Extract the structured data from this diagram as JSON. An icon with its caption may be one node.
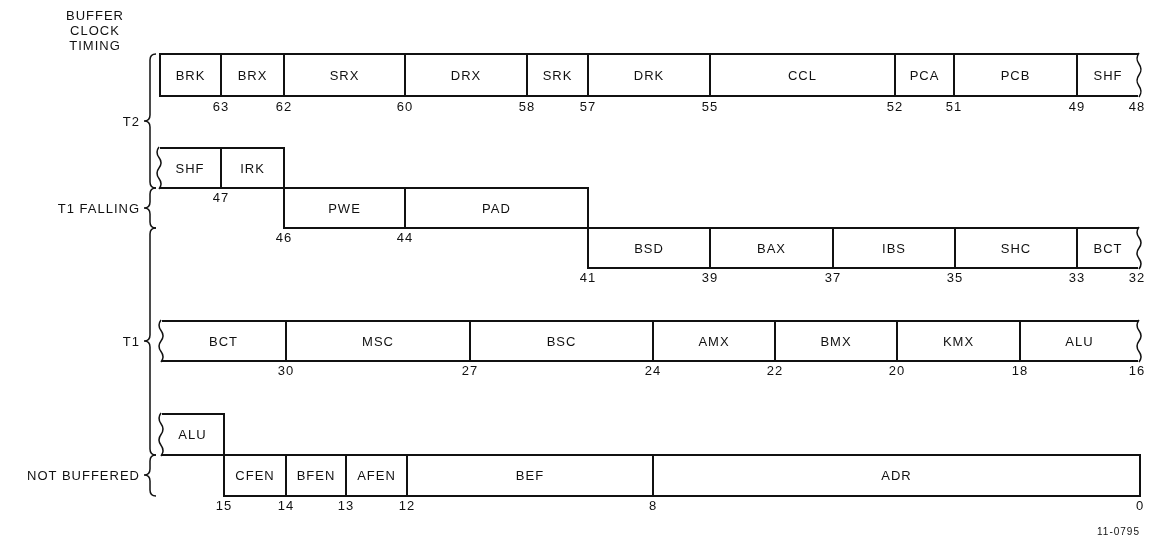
{
  "diagram": {
    "nodes": [
      {
        "text": [
          "BRK"
        ]
      },
      {
        "text": [
          "BRX"
        ]
      },
      {
        "text": [
          "SRX"
        ]
      },
      {
        "text": [
          "DRX"
        ]
      },
      {
        "text": [
          "SRK"
        ]
      },
      {
        "text": [
          "DRK"
        ]
      },
      {
        "text": [
          "CCL"
        ]
      },
      {
        "text": [
          "PCA"
        ]
      },
      {
        "text": [
          "PCB"
        ]
      },
      {
        "text": [
          "SHF"
        ]
      },
      {
        "text": [
          "SHF"
        ]
      },
      {
        "text": [
          "IRK"
        ]
      },
      {
        "text": [
          "PWE"
        ]
      },
      {
        "text": [
          "PAD"
        ]
      },
      {
        "text": [
          "BSD"
        ]
      },
      {
        "text": [
          "BAX"
        ]
      },
      {
        "text": [
          "IBS"
        ]
      },
      {
        "text": [
          "SHC"
        ]
      },
      {
        "text": [
          "BCT"
        ]
      },
      {
        "text": [
          "BCT"
        ]
      },
      {
        "text": [
          "MSC"
        ]
      },
      {
        "text": [
          "BSC"
        ]
      },
      {
        "text": [
          "AMX"
        ]
      },
      {
        "text": [
          "BMX"
        ]
      },
      {
        "text": [
          "KMX"
        ]
      },
      {
        "text": [
          "ALU"
        ]
      },
      {
        "text": [
          "ALU"
        ]
      },
      {
        "text": [
          "CFEN"
        ]
      },
      {
        "text": [
          "BFEN"
        ]
      },
      {
        "text": [
          "AFEN"
        ]
      },
      {
        "text": [
          "BEF"
        ]
      },
      {
        "text": [
          "ADR"
        ]
      }
    ],
    "edges": [],
    "labels": [
      "BUFFER CLOCK TIMING",
      "63",
      "62",
      "60",
      "58",
      "57",
      "55",
      "52",
      "51",
      "49",
      "48",
      "T2",
      "47",
      "T1 FALLING",
      "46",
      "44",
      "41",
      "39",
      "37",
      "35",
      "33",
      "32",
      "T1",
      "30",
      "27",
      "24",
      "22",
      "20",
      "18",
      "16",
      "NOT BUFFERED",
      "15",
      "14",
      "13",
      "12",
      "8",
      "0",
      "11-0795"
    ]
  }
}
